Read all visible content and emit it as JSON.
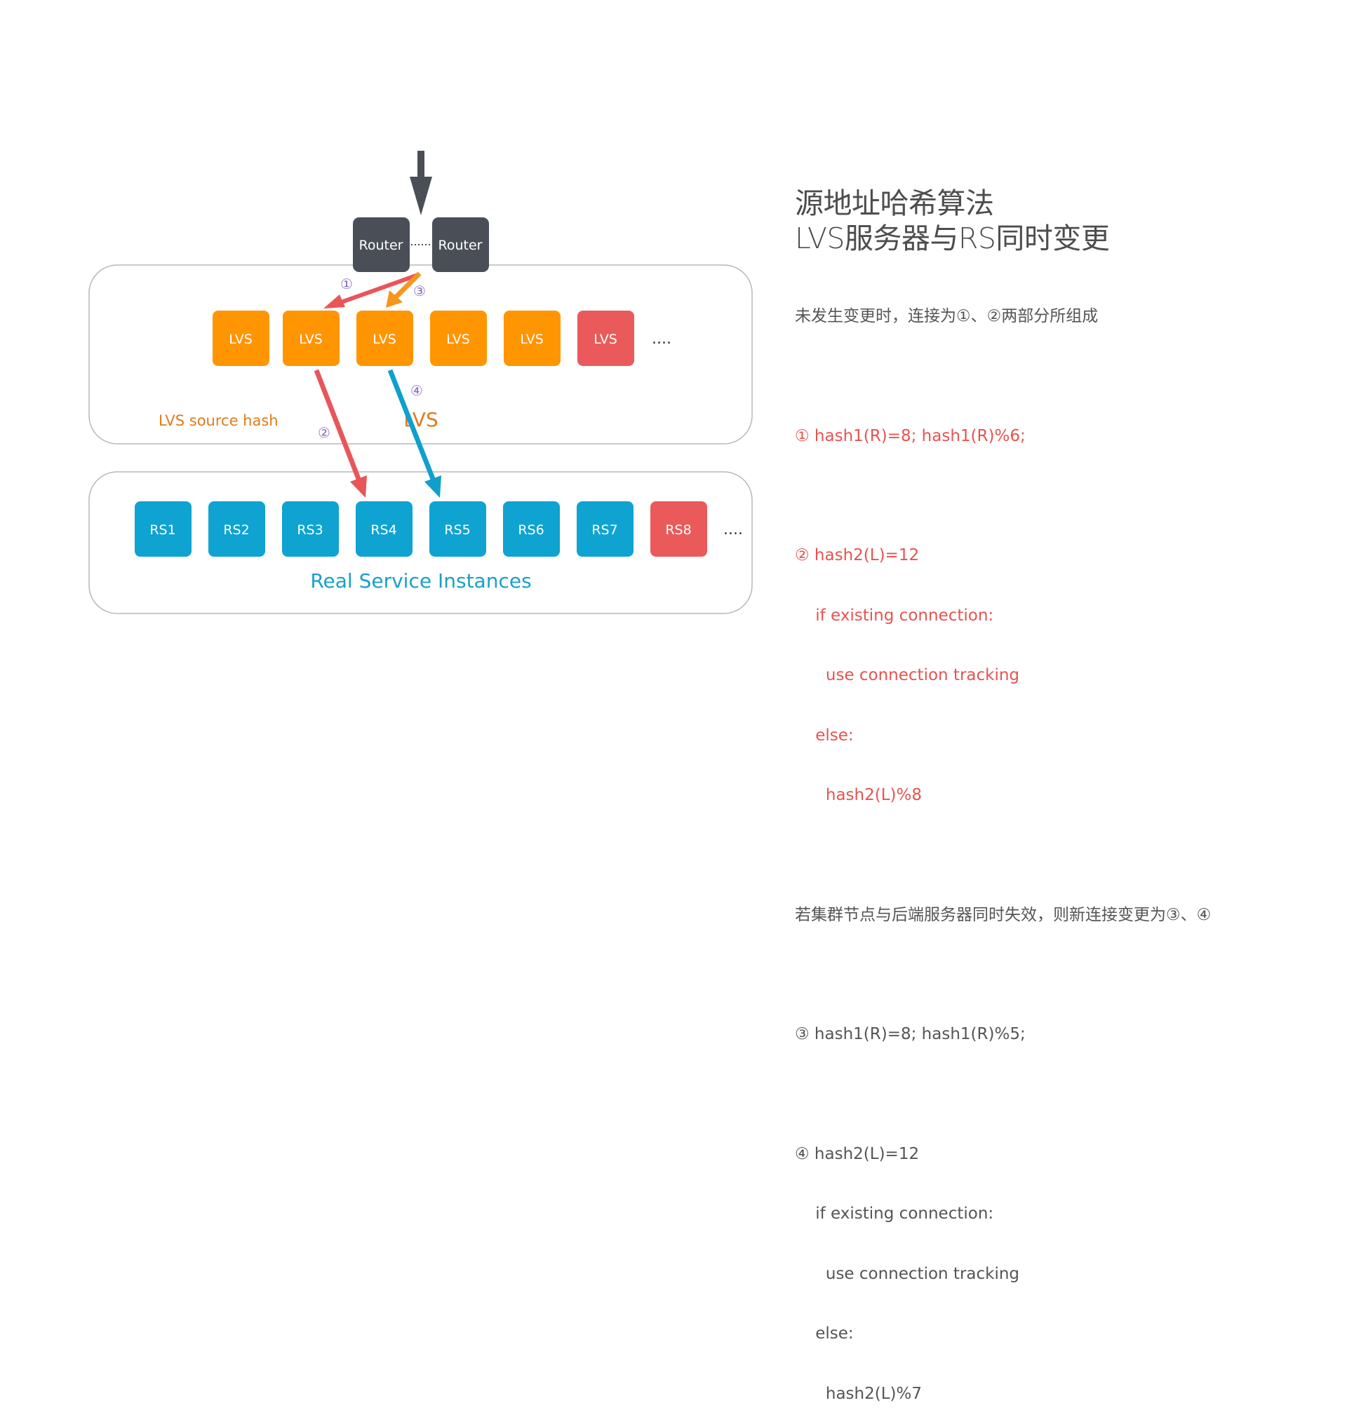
{
  "diagram": {
    "routers": [
      "Router",
      "Router"
    ],
    "lvs_boxes": [
      "LVS",
      "LVS",
      "LVS",
      "LVS",
      "LVS",
      "LVS"
    ],
    "rs_boxes": [
      "RS1",
      "RS2",
      "RS3",
      "RS4",
      "RS5",
      "RS6",
      "RS7",
      "RS8"
    ],
    "ellipsis": "....",
    "lvs_group_label": "LVS source hash",
    "lvs_center_label": "LVS",
    "rs_group_label": "Real Service Instances",
    "markers": [
      "①",
      "②",
      "③",
      "④"
    ],
    "colors": {
      "router": "#4a4f57",
      "lvs": "#ff9500",
      "failed": "#eb5a5a",
      "rs": "#0fa3d2",
      "arrow_red": "#e8565a",
      "arrow_orange": "#f5961e",
      "arrow_blue": "#0fa0cc",
      "marker": "#8a6bc0",
      "lvs_label": "#e07c1a",
      "rs_label": "#1aa0c8"
    }
  },
  "panel": {
    "title_line1": "源地址哈希算法",
    "title_line2": "LVS服务器与RS同时变更",
    "intro": "未发生变更时，连接为①、②两部分所组成",
    "part1": [
      "① hash1(R)=8; hash1(R)%6;"
    ],
    "part2": [
      "② hash2(L)=12",
      "    if existing connection:",
      "      use connection tracking",
      "    else:",
      "      hash2(L)%8"
    ],
    "change": "若集群节点与后端服务器同时失效，则新连接变更为③、④",
    "part3": [
      "③ hash1(R)=8; hash1(R)%5;"
    ],
    "part4": [
      "④ hash2(L)=12",
      "    if existing connection:",
      "      use connection tracking",
      "    else:",
      "      hash2(L)%7"
    ]
  }
}
